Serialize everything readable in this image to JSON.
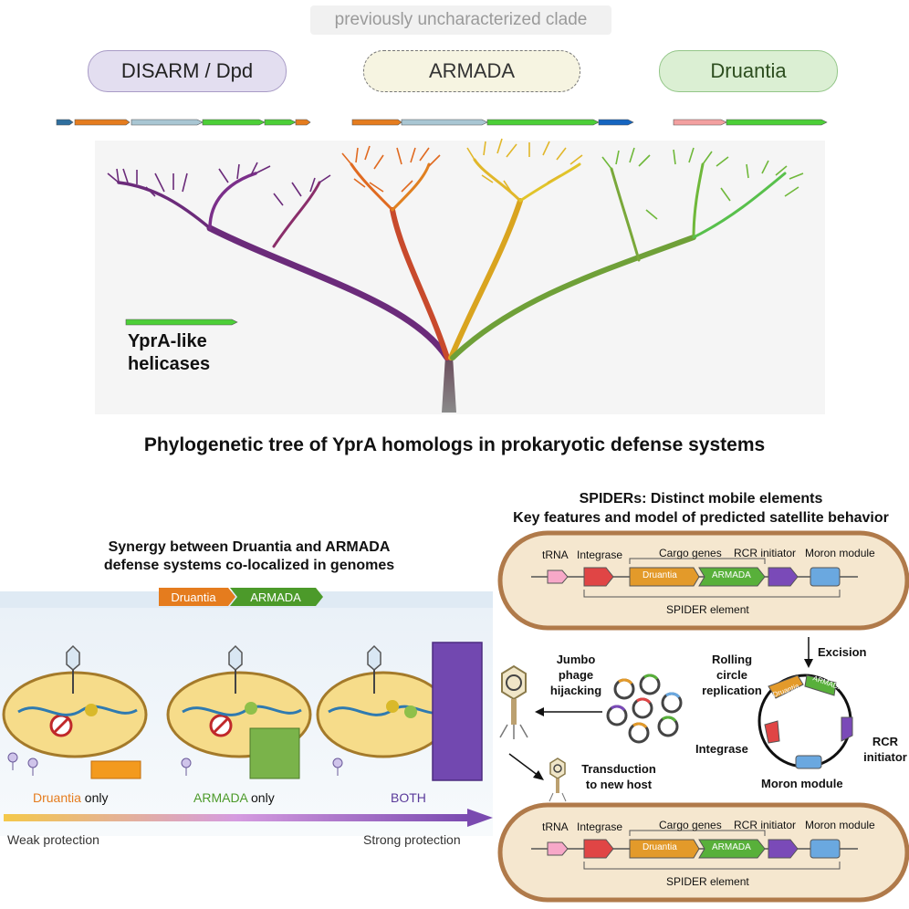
{
  "header": {
    "banner": "previously uncharacterized clade"
  },
  "clades": [
    {
      "name": "DISARM / Dpd"
    },
    {
      "name": "ARMADA"
    },
    {
      "name": "Druantia"
    }
  ],
  "tree": {
    "title": "Phylogenetic tree of YprA homologs in prokaryotic defense systems",
    "helicase_label_line1": "YprA-like",
    "helicase_label_line2": "helicases"
  },
  "colors": {
    "orange": "#e57c1e",
    "lightblue": "#a9c6d3",
    "green": "#4ccf37",
    "blue": "#1565c0",
    "pink": "#f3a0a0",
    "purple": "#6a3aa8",
    "red": "#d94040",
    "teal": "#2f6f9e"
  },
  "synergy": {
    "title_line1": "Synergy between Druantia and ARMADA",
    "title_line2": "defense systems co-localized in genomes",
    "druantia_tag": "Druantia",
    "armada_tag": "ARMADA",
    "cond1_name": "Druantia",
    "cond1_suffix": " only",
    "cond2_name": "ARMADA",
    "cond2_suffix": " only",
    "cond3_name": "BOTH",
    "weak": "Weak protection",
    "strong": "Strong protection"
  },
  "spider": {
    "title_line1": "SPIDERs: Distinct mobile elements",
    "title_line2": "Key features and model of predicted satellite behavior",
    "trna": "tRNA",
    "integrase": "Integrase",
    "cargo": "Cargo genes",
    "rcr": "RCR initiator",
    "moron": "Moron module",
    "druantia": "Druantia",
    "armada": "ARMADA",
    "element": "SPIDER element",
    "excision": "Excision",
    "rolling_1": "Rolling",
    "rolling_2": "circle",
    "rolling_3": "replication",
    "jumbo_1": "Jumbo",
    "jumbo_2": "phage",
    "jumbo_3": "hijacking",
    "transduction_1": "Transduction",
    "transduction_2": "to new host",
    "circle_integrase": "Integrase",
    "circle_rcr_1": "RCR",
    "circle_rcr_2": "initiator",
    "circle_moron": "Moron module",
    "circle_druantia": "Druantia",
    "circle_armada": "ARMADA"
  }
}
